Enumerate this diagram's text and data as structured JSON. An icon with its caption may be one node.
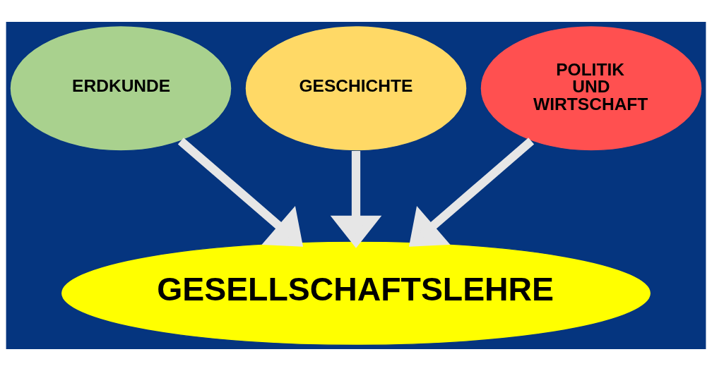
{
  "diagram": {
    "nodes": [
      {
        "text": [
          "ERDKUNDE"
        ]
      },
      {
        "text": [
          "GESCHICHTE"
        ]
      },
      {
        "text": [
          "POLITIK UND WIRTSCHAFT"
        ]
      },
      {
        "text": [
          "GESELLSCHAFTSLEHRE"
        ]
      }
    ],
    "edges": [
      {
        "from": 0,
        "to": 3,
        "arrow": "to"
      },
      {
        "from": 1,
        "to": 3,
        "arrow": "to"
      },
      {
        "from": 2,
        "to": 3,
        "arrow": "to"
      }
    ]
  }
}
